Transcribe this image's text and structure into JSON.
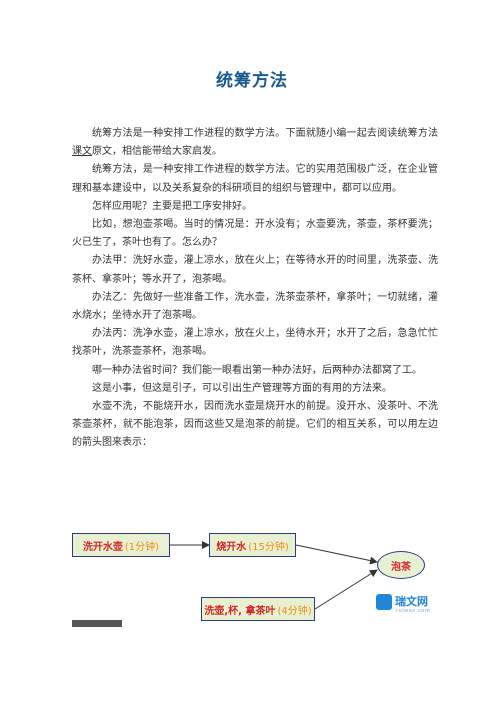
{
  "document": {
    "title": "统筹方法",
    "paragraphs": [
      {
        "before": "统筹方法是一种安排工作进程的数学方法。下面就随小编一起去阅读统筹方法",
        "link": "课文",
        "after": "原文，相信能带给大家启发。"
      },
      {
        "text": "统筹方法，是一种安排工作进程的数学方法。它的实用范围极广泛，在企业管理和基本建设中，以及关系复杂的科研项目的组织与管理中，都可以应用。"
      },
      {
        "text": "怎样应用呢？主要是把工序安排好。"
      },
      {
        "text": "比如，想泡壶茶喝。当时的情况是：开水没有；水壶要洗，茶壶，茶杯要洗；火已生了，茶叶也有了。怎么办？"
      },
      {
        "text": "办法甲：洗好水壶，灌上凉水，放在火上；在等待水开的时间里，洗茶壶、洗茶杯、拿茶叶；等水开了，泡茶喝。"
      },
      {
        "text": "办法乙：先做好一些准备工作，洗水壶，洗茶壶茶杯，拿茶叶；一切就绪，灌水烧水；坐待水开了泡茶喝。"
      },
      {
        "text": "办法丙：洗净水壶，灌上凉水，放在火上，坐待水开；水开了之后，急急忙忙找茶叶，洗茶壶茶杯，泡茶喝。"
      },
      {
        "text": "哪一种办法省时间？我们能一眼看出第一种办法好，后两种办法都窝了工。"
      },
      {
        "text": "这是小事，但这是引子，可以引出生产管理等方面的有用的方法来。"
      },
      {
        "text": "水壶不洗，不能烧开水，因而洗水壶是烧开水的前提。没开水、没茶叶、不洗茶壶茶杯，就不能泡茶，因而这些又是泡茶的前提。它们的相互关系，可以用左边的箭头图来表示："
      }
    ]
  },
  "diagram": {
    "nodes": [
      {
        "label": "洗开水壶",
        "time": "(1分钟)"
      },
      {
        "label": "烧开水",
        "time": "(15分钟)"
      },
      {
        "label": "泡茶"
      },
      {
        "label": "洗壶,杯, 拿茶叶",
        "time": "(4分钟)"
      }
    ],
    "colors": {
      "label": "#d02828",
      "time": "#f08a16",
      "border": "#2e3a8c",
      "fill": "#e7f1d1"
    }
  },
  "watermark": {
    "brand": "瑞文网",
    "url": "ruiwen.com"
  }
}
